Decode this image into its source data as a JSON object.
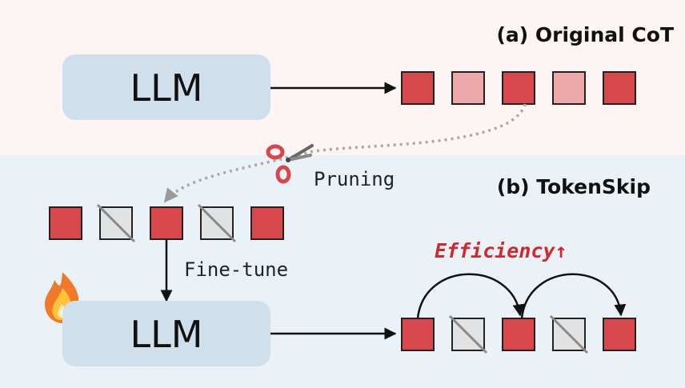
{
  "panel_a": {
    "title": "(a) Original CoT",
    "llm_label": "LLM",
    "tokens": [
      "keep",
      "faded",
      "keep",
      "faded",
      "keep"
    ]
  },
  "pruning": {
    "label": "Pruning",
    "icon": "scissors-icon"
  },
  "panel_b": {
    "title": "(b) TokenSkip",
    "pruned_tokens": [
      "keep",
      "skip",
      "keep",
      "skip",
      "keep"
    ],
    "finetune_label": "Fine-tune",
    "llm_label": "LLM",
    "fire_icon": "fire-icon",
    "efficiency_label": "Efficiency↑",
    "output_tokens": [
      "keep",
      "skip",
      "keep",
      "skip",
      "keep"
    ]
  },
  "colors": {
    "panel_a_bg": "#fcf5f3",
    "panel_b_bg": "#ebf2f7",
    "llm_box": "#cfe0ec",
    "token_red": "#d8474c",
    "token_faded": "#eeaaab",
    "token_skipped": "#e0e2e4",
    "accent_red": "#cc2a2f"
  }
}
